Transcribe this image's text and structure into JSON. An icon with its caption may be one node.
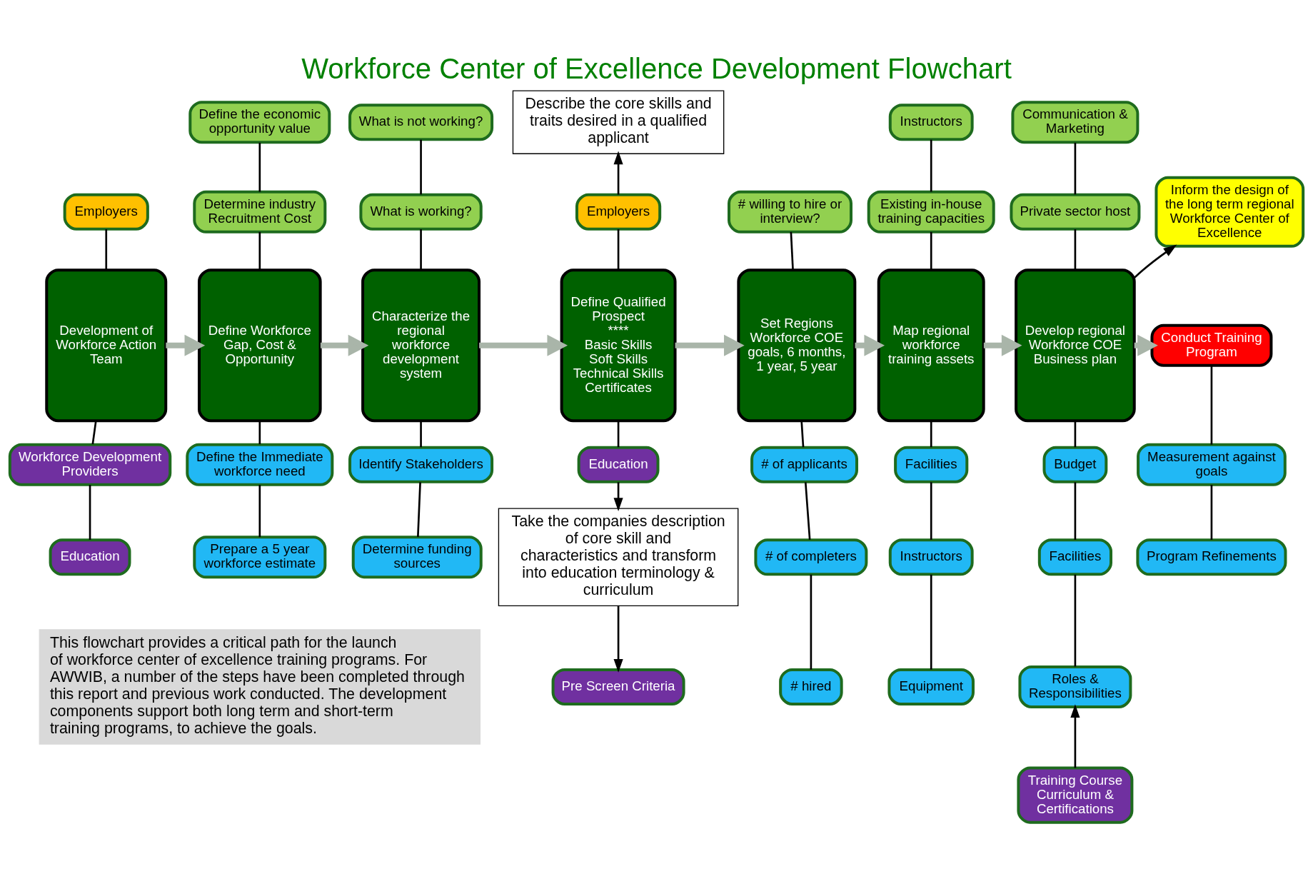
{
  "diagram": {
    "title": "Workforce Center of Excellence Development Flowchart",
    "nodes": [
      {
        "text": [
          "Employers"
        ]
      },
      {
        "text": [
          "Development of Workforce Action Team"
        ]
      },
      {
        "text": [
          "Workforce Development Providers"
        ]
      },
      {
        "text": [
          "Education"
        ]
      },
      {
        "text": [
          "Define the economic opportunity value"
        ]
      },
      {
        "text": [
          "Determine industry Recruitment Cost"
        ]
      },
      {
        "text": [
          "Define Workforce Gap, Cost & Opportunity"
        ]
      },
      {
        "text": [
          "Define the Immediate workforce need"
        ]
      },
      {
        "text": [
          "Prepare a 5 year workforce estimate"
        ]
      },
      {
        "text": [
          "What is not working?"
        ]
      },
      {
        "text": [
          "What is working?"
        ]
      },
      {
        "text": [
          "Characterize the regional workforce development system"
        ]
      },
      {
        "text": [
          "Identify Stakeholders"
        ]
      },
      {
        "text": [
          "Determine funding sources"
        ]
      },
      {
        "text": [
          "Describe the core skills and traits desired in a qualified applicant"
        ]
      },
      {
        "text": [
          "Employers"
        ]
      },
      {
        "text": [
          "Define Qualified Prospect",
          "****",
          "Basic Skills",
          "Soft Skills",
          "Technical Skills",
          "Certificates"
        ]
      },
      {
        "text": [
          "Education"
        ]
      },
      {
        "text": [
          "Take the companies description of core skill and characteristics and transform into education terminology & curriculum"
        ]
      },
      {
        "text": [
          "# willing to hire or interview?"
        ]
      },
      {
        "text": [
          "Set Regions Workforce COE goals, 6 months, 1 year, 5 year"
        ]
      },
      {
        "text": [
          "# of applicants"
        ]
      },
      {
        "text": [
          "# of completers"
        ]
      },
      {
        "text": [
          "# hired"
        ]
      },
      {
        "text": [
          "Instructors"
        ]
      },
      {
        "text": [
          "Existing in-house training capacities"
        ]
      },
      {
        "text": [
          "Map regional workforce training assets"
        ]
      },
      {
        "text": [
          "Facilities"
        ]
      },
      {
        "text": [
          "Instructors"
        ]
      },
      {
        "text": [
          "Equipment"
        ]
      },
      {
        "text": [
          "Pre Screen Criteria"
        ]
      },
      {
        "text": [
          "Communication & Marketing"
        ]
      },
      {
        "text": [
          "Private sector host"
        ]
      },
      {
        "text": [
          "Develop regional Workforce COE Business plan"
        ]
      },
      {
        "text": [
          "Budget"
        ]
      },
      {
        "text": [
          "Facilities"
        ]
      },
      {
        "text": [
          "Roles & Responsibilities"
        ]
      },
      {
        "text": [
          "Training Course Curriculum & Certifications"
        ]
      },
      {
        "text": [
          "Inform the design of the long term regional Workforce Center of Excellence"
        ]
      },
      {
        "text": [
          "Conduct Training Program"
        ]
      },
      {
        "text": [
          "Measurement against goals"
        ]
      },
      {
        "text": [
          "Program Refinements"
        ]
      }
    ],
    "edges": [
      {
        "from": 0,
        "to": 1,
        "arrow": "none"
      },
      {
        "from": 1,
        "to": 2,
        "arrow": "none"
      },
      {
        "from": 2,
        "to": 3,
        "arrow": "none"
      },
      {
        "from": 4,
        "to": 5,
        "arrow": "none"
      },
      {
        "from": 5,
        "to": 6,
        "arrow": "none"
      },
      {
        "from": 6,
        "to": 7,
        "arrow": "none"
      },
      {
        "from": 7,
        "to": 8,
        "arrow": "none"
      },
      {
        "from": 9,
        "to": 10,
        "arrow": "none"
      },
      {
        "from": 10,
        "to": 11,
        "arrow": "none"
      },
      {
        "from": 11,
        "to": 12,
        "arrow": "none"
      },
      {
        "from": 12,
        "to": 13,
        "arrow": "none"
      },
      {
        "from": 15,
        "to": 14,
        "arrow": "to"
      },
      {
        "from": 15,
        "to": 16,
        "arrow": "none"
      },
      {
        "from": 16,
        "to": 17,
        "arrow": "none"
      },
      {
        "from": 17,
        "to": 18,
        "arrow": "to"
      },
      {
        "from": 18,
        "to": 30,
        "arrow": "to"
      },
      {
        "from": 19,
        "to": 20,
        "arrow": "none"
      },
      {
        "from": 20,
        "to": 21,
        "arrow": "none"
      },
      {
        "from": 21,
        "to": 22,
        "arrow": "none"
      },
      {
        "from": 22,
        "to": 23,
        "arrow": "none"
      },
      {
        "from": 24,
        "to": 25,
        "arrow": "none"
      },
      {
        "from": 25,
        "to": 26,
        "arrow": "none"
      },
      {
        "from": 26,
        "to": 27,
        "arrow": "none"
      },
      {
        "from": 27,
        "to": 28,
        "arrow": "none"
      },
      {
        "from": 28,
        "to": 29,
        "arrow": "none"
      },
      {
        "from": 31,
        "to": 32,
        "arrow": "none"
      },
      {
        "from": 32,
        "to": 33,
        "arrow": "none"
      },
      {
        "from": 33,
        "to": 34,
        "arrow": "none"
      },
      {
        "from": 34,
        "to": 35,
        "arrow": "none"
      },
      {
        "from": 35,
        "to": 36,
        "arrow": "none"
      },
      {
        "from": 37,
        "to": 36,
        "arrow": "to"
      },
      {
        "from": 33,
        "to": 38,
        "arrow": "to"
      },
      {
        "from": 39,
        "to": 40,
        "arrow": "none"
      },
      {
        "from": 40,
        "to": 41,
        "arrow": "none"
      },
      {
        "from": 1,
        "to": 6,
        "arrow": "to",
        "style": "thick",
        "color": "#a9b5a9"
      },
      {
        "from": 6,
        "to": 11,
        "arrow": "to",
        "style": "thick",
        "color": "#a9b5a9"
      },
      {
        "from": 11,
        "to": 16,
        "arrow": "to",
        "style": "thick",
        "color": "#a9b5a9"
      },
      {
        "from": 16,
        "to": 20,
        "arrow": "to",
        "style": "thick",
        "color": "#a9b5a9"
      },
      {
        "from": 20,
        "to": 26,
        "arrow": "to",
        "style": "thick",
        "color": "#a9b5a9"
      },
      {
        "from": 26,
        "to": 33,
        "arrow": "to",
        "style": "thick",
        "color": "#a9b5a9"
      },
      {
        "from": 33,
        "to": 39,
        "arrow": "to",
        "style": "thick",
        "color": "#a9b5a9"
      }
    ],
    "labels": [
      "This flowchart provides a critical path for the launch of workforce center of excellence training programs. For AWWIB, a number of the steps have been completed through this report and previous work conducted. The development components support both long term and short-term training programs, to achieve the goals."
    ]
  }
}
